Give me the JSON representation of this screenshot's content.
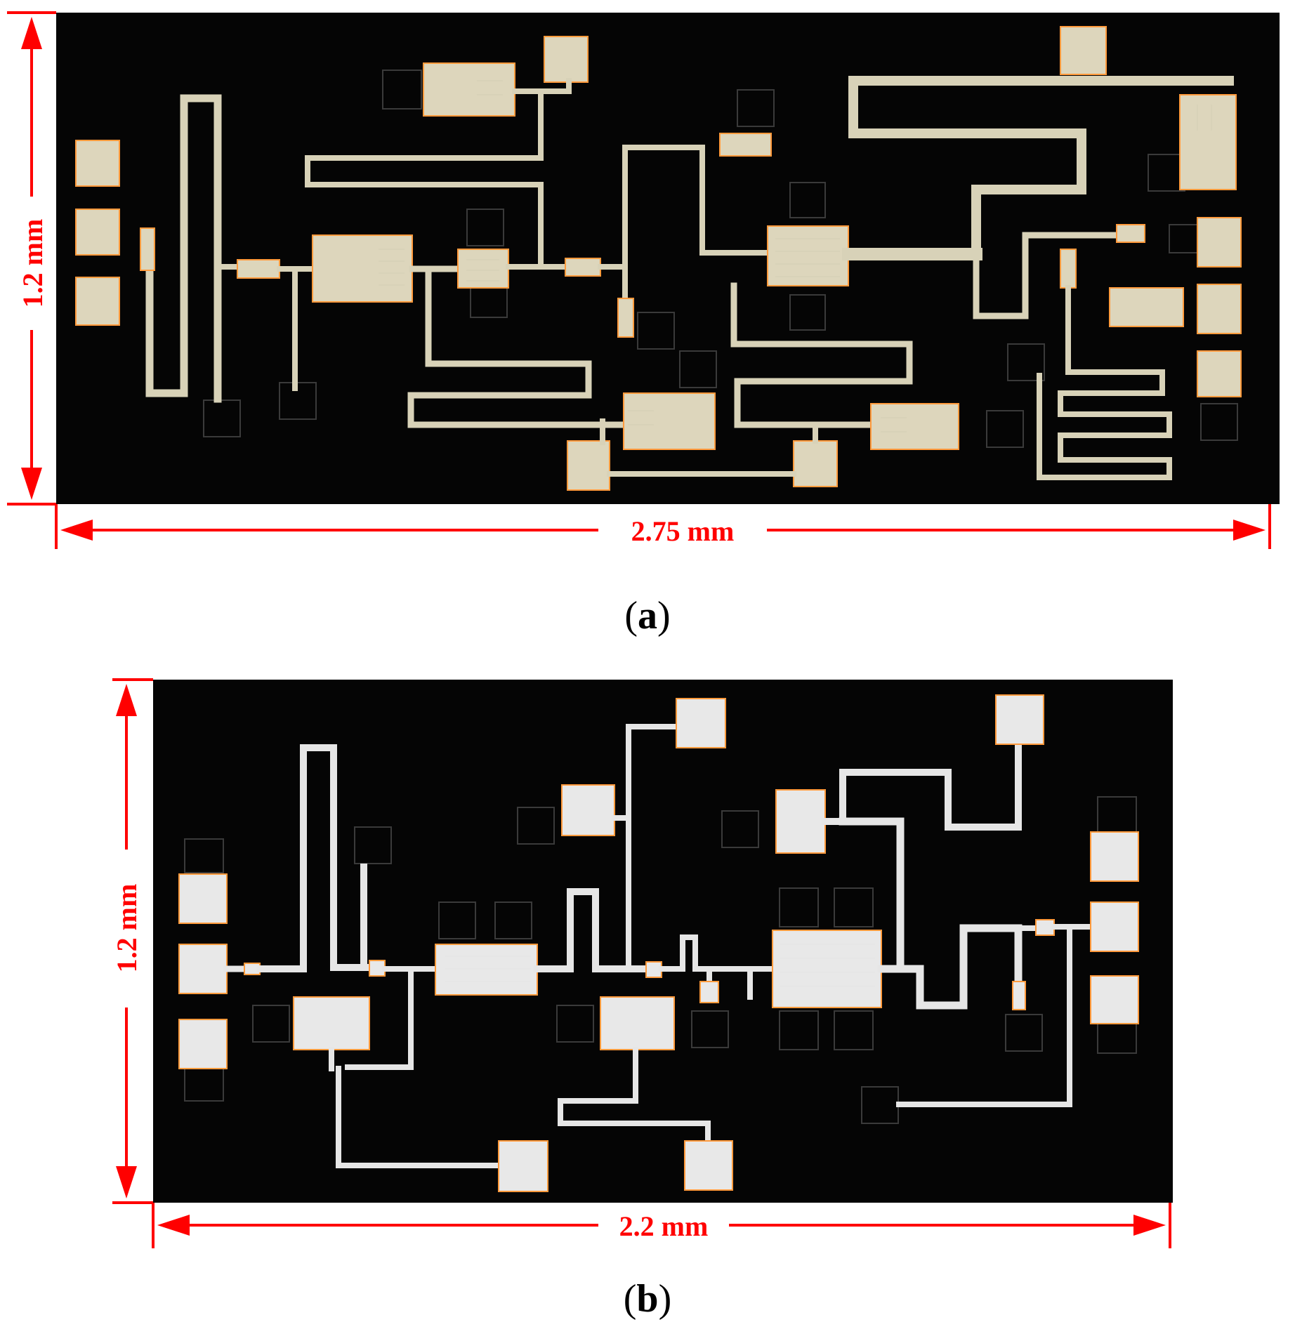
{
  "panel_a": {
    "caption_open": "(",
    "caption_letter": "a",
    "caption_close": ")",
    "height_label": "1.2 mm",
    "width_label": "2.75 mm"
  },
  "panel_b": {
    "caption_open": "(",
    "caption_letter": "b",
    "caption_close": ")",
    "height_label": "1.2 mm",
    "width_label": "2.2 mm"
  },
  "colors": {
    "dimension": "#ff0000",
    "die_background": "#050505",
    "metal_a": "#d8d2b8",
    "metal_b": "#e6e6e6"
  }
}
